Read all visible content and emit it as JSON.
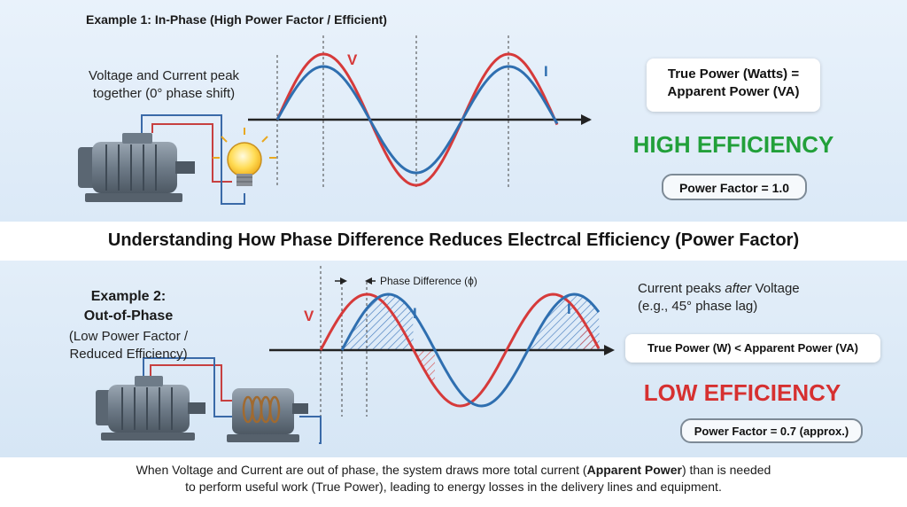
{
  "example1": {
    "title": "Example 1: In-Phase (High Power Factor / Efficient)",
    "description": "Voltage and Current peak together (0° phase shift)",
    "voltage_label": "V",
    "current_label": "I",
    "power_box": {
      "line1": "True Power (Watts) =",
      "line2": "Apparent Power (VA)"
    },
    "efficiency": "HIGH EFFICIENCY",
    "power_factor": "Power Factor = 1.0"
  },
  "main_title": "Understanding How Phase Difference Reduces Electrcal Efficiency (Power Factor)",
  "example2": {
    "label_line1": "Example 2:",
    "label_line2": "Out-of-Phase",
    "description": "(Low Power Factor / Reduced Efficiency)",
    "voltage_label": "V",
    "current_label": "I",
    "phase_label": "Phase Difference (ϕ)",
    "note_part1": "Current peaks",
    "note_emph": "after",
    "note_part2": "Voltage",
    "note_line2": "(e.g., 45° phase lag)",
    "power_box": "True Power (W) < Apparent Power (VA)",
    "efficiency": "LOW EFFICIENCY",
    "power_factor": "Power Factor = 0.7 (approx.)"
  },
  "caption": {
    "part1": "When Voltage and Current are out of phase, the system draws more total current (",
    "emph": "Apparent Power",
    "part2": ") than is needed",
    "line2": "to perform useful work (True Power), leading to energy losses in the delivery lines and equipment."
  },
  "colors": {
    "voltage": "#d63a3a",
    "current": "#2f6fb0",
    "high_eff": "#22a03a",
    "low_eff": "#d63030"
  }
}
